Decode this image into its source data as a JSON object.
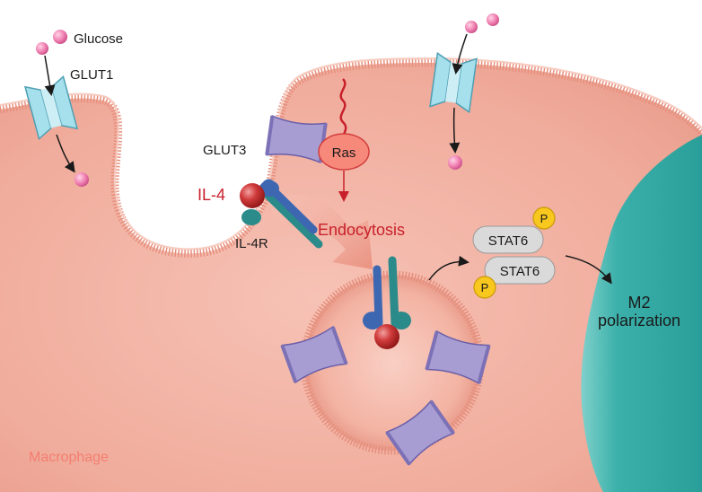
{
  "labels": {
    "glucose": "Glucose",
    "glut1": "GLUT1",
    "glut3": "GLUT3",
    "ras": "Ras",
    "il4": "IL-4",
    "il4r": "IL-4R",
    "endocytosis": "Endocytosis",
    "stat6_top": "STAT6",
    "stat6_bottom": "STAT6",
    "phospho": "P",
    "m2_line1": "M2",
    "m2_line2": "polarization",
    "cell": "Macrophage"
  },
  "colors": {
    "cytoplasm": "#f2b1a2",
    "membrane_edge": "#e8907e",
    "nucleus": "#2fa9a4",
    "nucleus_light": "#9fe0dc",
    "glucose": "#f07fb1",
    "glut_transporter": "#a49ad0",
    "glut1_channel": "#9fdbe8",
    "ras_fill": "#f47c6e",
    "ras_text": "#b51f1f",
    "il4_ball": "#cc2f2f",
    "il4r_blue": "#3e67b2",
    "il4r_teal": "#2b8a8a",
    "stat6_fill": "#dadada",
    "phospho_fill": "#f9c81e",
    "red_label": "#c8202a"
  },
  "icons": [
    "glucose-molecule-icon",
    "glut1-transporter-icon",
    "glut3-transporter-icon",
    "il4-ligand-icon",
    "il4-receptor-icon",
    "endosome-icon",
    "phosphate-icon"
  ]
}
